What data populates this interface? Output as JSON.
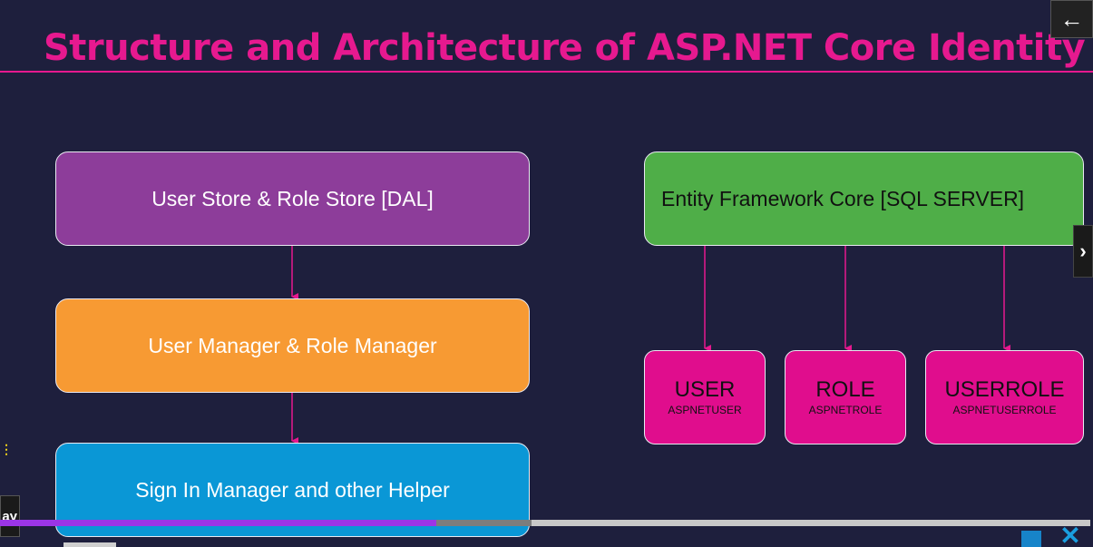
{
  "title": "Structure and Architecture of ASP.NET Core Identity",
  "left_stack": {
    "store": "User Store & Role Store [DAL]",
    "manager": "User Manager & Role Manager",
    "signin": "Sign In Manager and other Helper"
  },
  "right_group": {
    "ef": "Entity Framework Core [SQL SERVER]",
    "tables": [
      {
        "name": "USER",
        "table": "ASPNETUSER"
      },
      {
        "name": "ROLE",
        "table": "ASPNETROLE"
      },
      {
        "name": "USERROLE",
        "table": "ASPNETUSERROLE"
      }
    ]
  },
  "player": {
    "tooltip": "ay",
    "progress_fraction": 0.4
  },
  "colors": {
    "accent": "#e6198f",
    "store": "#8d3d9a",
    "manager": "#f79a33",
    "signin": "#0a97d6",
    "ef": "#4fae48",
    "table": "#e00d8d",
    "progress": "#9b35e6"
  },
  "icons": {
    "back": "arrow-left-icon",
    "next": "chevron-right-icon",
    "close": "close-icon"
  }
}
